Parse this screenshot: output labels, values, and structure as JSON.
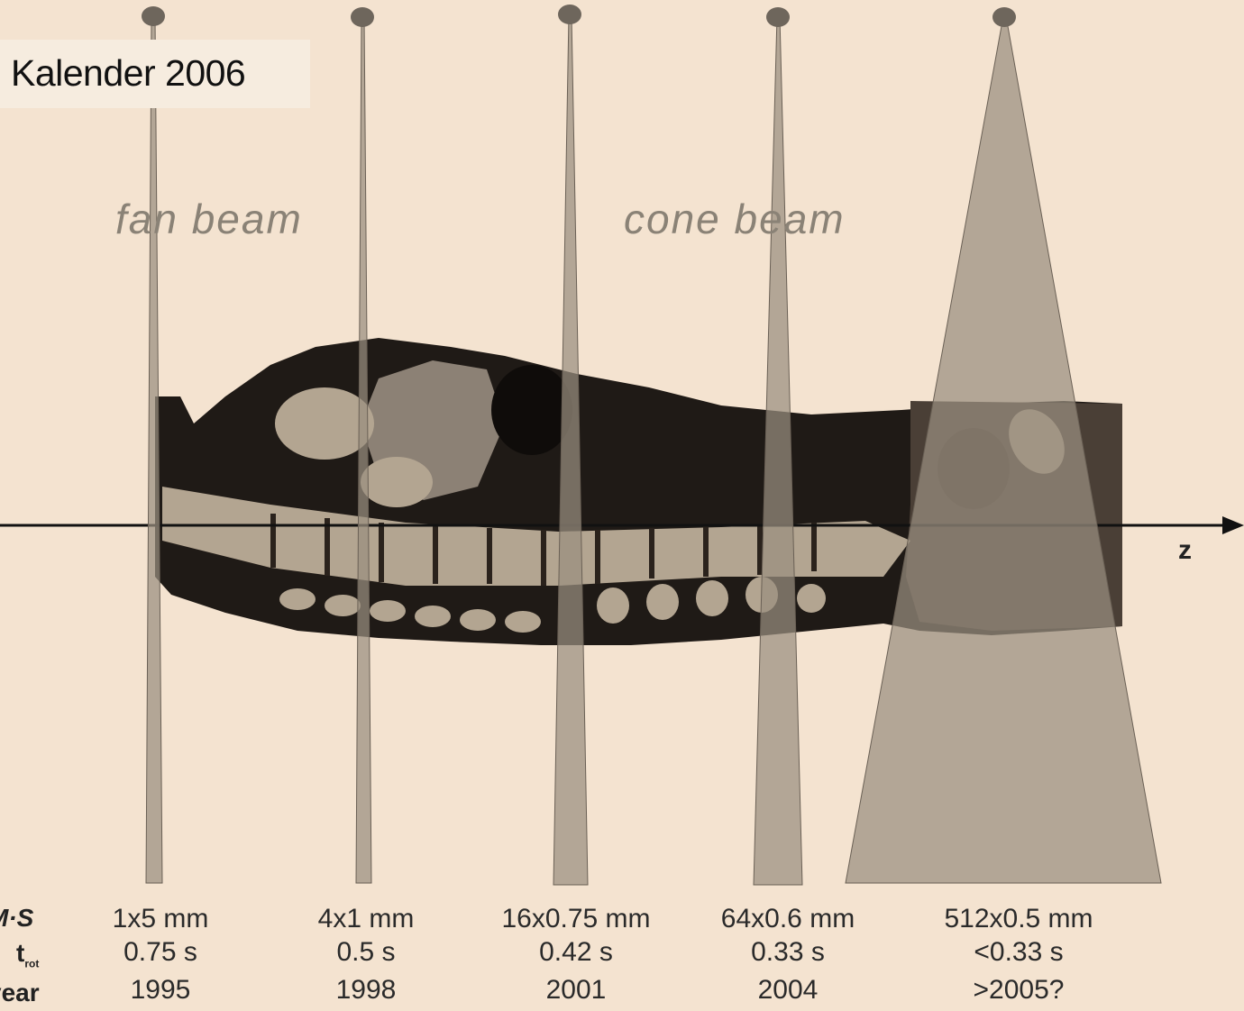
{
  "caption": "Kalender 2006",
  "beam_labels": {
    "fan": "fan beam",
    "cone": "cone beam"
  },
  "axis_label": "z",
  "row_labels": {
    "ms": "M·S",
    "trot": "t",
    "trot_sub": "rot",
    "year": "year"
  },
  "scanners": [
    {
      "ms": "1x5 mm",
      "trot": "0.75 s",
      "year": "1995"
    },
    {
      "ms": "4x1 mm",
      "trot": "0.5 s",
      "year": "1998"
    },
    {
      "ms": "16x0.75 mm",
      "trot": "0.42 s",
      "year": "2001"
    },
    {
      "ms": "64x0.6 mm",
      "trot": "0.33 s",
      "year": "2004"
    },
    {
      "ms": "512x0.5 mm",
      "trot": "<0.33 s",
      "year": ">2005?"
    }
  ],
  "colors": {
    "background": "#f4e3d0",
    "beam_fill": "#9a8f80",
    "body_dark": "#1f1a16",
    "body_bone": "#b3a591"
  }
}
